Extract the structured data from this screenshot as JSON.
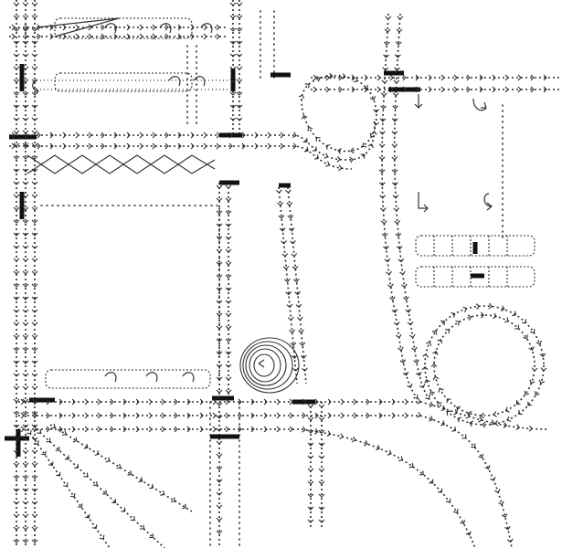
{
  "map": {
    "background": "#ffffff",
    "ink": "#2b2b2b",
    "flow_arrow_icon": "chevron-arrow",
    "stop_bar_icon": "stop-bar",
    "roundabout_icon": "roundabout-circle",
    "turn_arrow_icon": "turn-arrow",
    "parking_icon": "parking-bay"
  }
}
